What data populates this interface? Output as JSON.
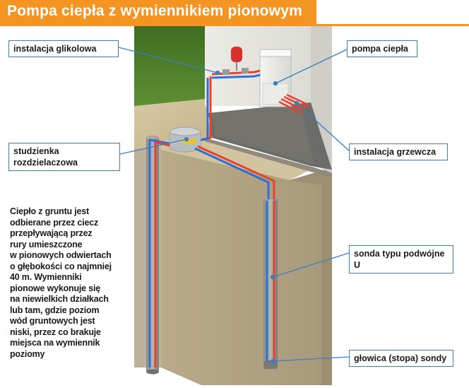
{
  "title": "Pompa ciepła z wymiennikiem pionowym",
  "labels": {
    "glycol": "instalacja glikolowa",
    "heat_pump": "pompa ciepła",
    "well_line1": "studzienka",
    "well_line2": "rozdzielaczowa",
    "heating": "instalacja grzewcza",
    "probe": "sonda typu podwójne U",
    "head": "głowica (stopa) sondy"
  },
  "description": [
    "Ciepło z gruntu jest",
    "odbierane przez ciecz",
    "przepływającą przez",
    "rury umieszczone",
    "w pionowych odwiertach",
    "o głębokości co najmniej",
    "40 m. Wymienniki",
    "pionowe wykonuje się",
    "na niewielkich działkach",
    "lub tam, gdzie poziom",
    "wód gruntowych jest",
    "niski, przez co brakuje",
    "miejsca na wymiennik",
    "poziomy"
  ],
  "colors": {
    "accent": "#f39423",
    "callout_line": "#3a7fc2",
    "pipe_hot": "#e8412c",
    "pipe_cold": "#2f6fd1"
  }
}
